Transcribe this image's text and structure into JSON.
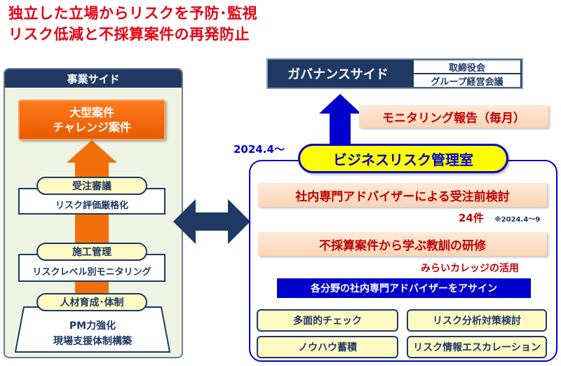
{
  "title": {
    "line1": "独立した立場からリスクを予防･監視",
    "line2": "リスク低減と不採算案件の再発防止"
  },
  "business": {
    "header": "事業サイド",
    "target_line1": "大型案件",
    "target_line2": "チャレンジ案件",
    "steps": [
      {
        "label": "受注審議",
        "detail": "リスク評価厳格化"
      },
      {
        "label": "施工管理",
        "detail": "リスクレベル別モニタリング"
      },
      {
        "label": "人材育成･体制",
        "detail_line1": "PM力強化",
        "detail_line2": "現場支援体制構築"
      }
    ]
  },
  "governance": {
    "label": "ガバナンスサイド",
    "items": [
      "取締役会",
      "グループ経営会議"
    ]
  },
  "monitoring_report": "モニタリング報告（毎月）",
  "start_date": "2024.4～",
  "risk_office": {
    "name": "ビジネスリスク管理室",
    "pre_review": "社内専門アドバイザーによる受注前検討",
    "count": "24件",
    "count_note": "※2024.4～9",
    "training": "不採算案件から学ぶ教訓の研修",
    "training_sub": "みらいカレッジの活用",
    "assign": "各分野の社内専門アドバイザーをアサイン",
    "checks": [
      "多面的チェック",
      "リスク分析対策検討",
      "ノウハウ蓄積",
      "リスク情報エスカレーション"
    ]
  },
  "colors": {
    "title_red": "#e60012",
    "navy": "#1f3864",
    "blue": "#0000cc",
    "orange": "#f26f0a",
    "yellow": "#ffff00",
    "pale_yellow": "#fff9c4",
    "peach": "#fbd5b5",
    "green_panel": "#eef3e4"
  }
}
